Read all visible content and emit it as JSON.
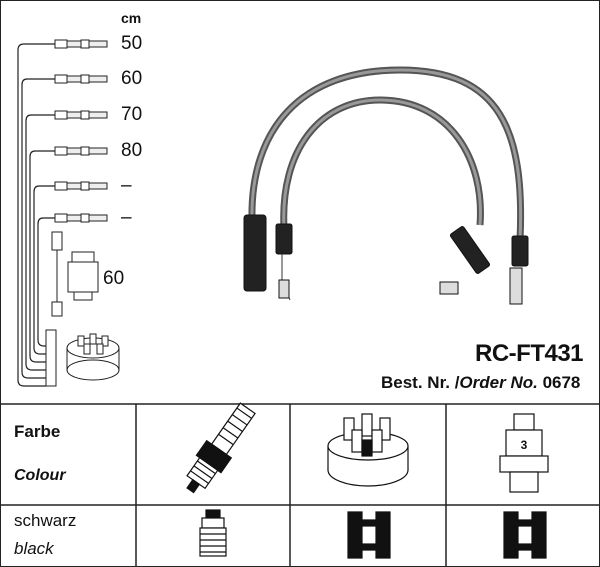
{
  "diagram": {
    "unit_label": "cm",
    "lengths": [
      "50",
      "60",
      "70",
      "80",
      "–",
      "–"
    ],
    "coil_length": "60",
    "model": "RC-FT431",
    "order_prefix": "Best. Nr. /",
    "order_label": "Order No.",
    "order_number": "0678"
  },
  "table": {
    "header_de": "Farbe",
    "header_en": "Colour",
    "color_de": "schwarz",
    "color_en": "black",
    "columns": [
      "spark-plug-icon",
      "distributor-cap-icon",
      "ignition-coil-icon"
    ],
    "row_icons": [
      "plug-boot-icon",
      "cap-terminal-icon",
      "coil-terminal-icon"
    ]
  }
}
